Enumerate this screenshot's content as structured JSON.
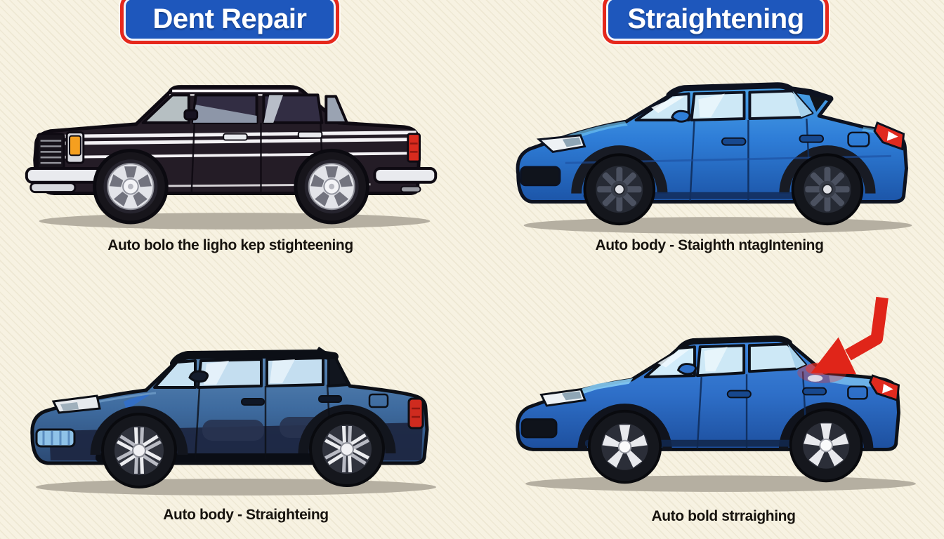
{
  "illustration": {
    "badges": {
      "left": "Dent Repair",
      "right": "Straightening"
    },
    "captions": {
      "top_left": "Auto bolo the ligho kep stighteening",
      "top_right": "Auto body - Staighth ntagIntening",
      "bottom_left": "Auto body - Straighteing",
      "bottom_right": "Auto bold strraighing"
    },
    "cars": {
      "top_left": "black classic sedan, side view, white pinstripes, chrome wheels and bumpers, orange front signal, red taillight",
      "top_right": "blue crossover SUV, side view, dark alloy wheels, rear roof spoiler, red taillight with white chevron",
      "bottom_left": "dark steel-blue SUV, side view, black roof, silver multi-spoke wheels, roof fin antenna, red taillight",
      "bottom_right": "blue sedan, side view, silver five-spoke wheels, red bent arrow pointing down at rear roof / C-pillar"
    }
  },
  "palette": {
    "background": "#f7f2e2",
    "badge_blue": "#1e57bc",
    "badge_border_red": "#e6281c",
    "badge_text": "#ffffff",
    "caption_text": "#17130e",
    "arrow_red": "#e02519",
    "taillight_red": "#d92b1e",
    "car1_body": "#241c26",
    "car2_body": "#2f7ed8",
    "car3_body": "#3e6b9f",
    "car4_body": "#2e6fc8",
    "glass_light_blue": "#cde8f6",
    "glass_gray": "#a7aeba",
    "wheel_silver": "#d9dadf",
    "wheel_dark_gray": "#3a3f4c",
    "shadow_gray": "#b5afa1"
  }
}
